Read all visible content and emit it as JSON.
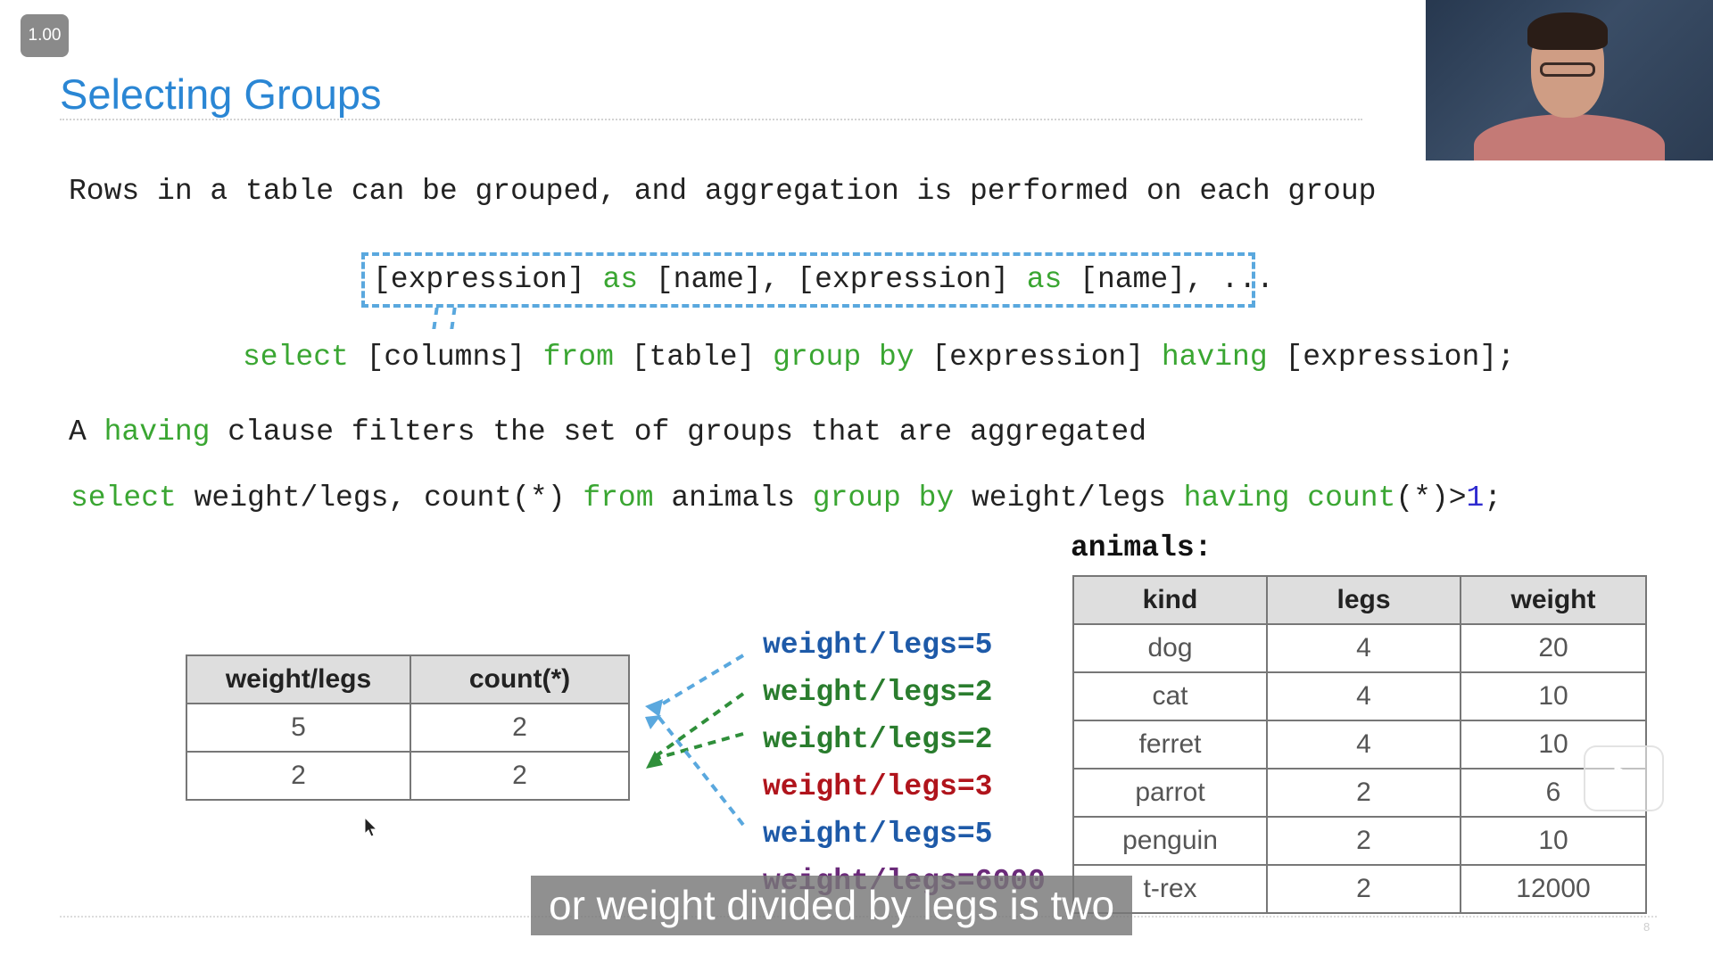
{
  "player": {
    "speed": "1.00",
    "subtitle": "or weight divided by legs is two",
    "page_number": "8"
  },
  "slide": {
    "title": "Selecting Groups",
    "intro": "Rows in a table can be grouped, and aggregation is performed on each group",
    "expr_line": {
      "p1": "[expression] ",
      "as1": "as",
      "p2": " [name], [expression] ",
      "as2": "as",
      "p3": " [name], ..."
    },
    "syntax_line": {
      "select": "select",
      "p1": " [columns] ",
      "from": "from",
      "p2": " [table] ",
      "groupby": "group by",
      "p3": " [expression] ",
      "having": "having",
      "p4": " [expression];"
    },
    "having_line": {
      "a": "A ",
      "having": "having",
      "rest": " clause filters the set of groups that are aggregated"
    },
    "query_line": {
      "select": "select",
      "p1": " weight/legs, count(*) ",
      "from": "from",
      "p2": " animals ",
      "groupby": "group by",
      "p3": " weight/legs ",
      "having": "having",
      "p4": " ",
      "count": "count",
      "p5": "(*)>",
      "one": "1",
      "p6": ";"
    }
  },
  "result_table": {
    "headers": [
      "weight/legs",
      "count(*)"
    ],
    "rows": [
      [
        "5",
        "2"
      ],
      [
        "2",
        "2"
      ]
    ]
  },
  "groups": [
    {
      "label": "weight/legs=5",
      "color": "#1e5aa8"
    },
    {
      "label": "weight/legs=2",
      "color": "#2a7d2e"
    },
    {
      "label": "weight/legs=2",
      "color": "#2a7d2e"
    },
    {
      "label": "weight/legs=3",
      "color": "#b0141c"
    },
    {
      "label": "weight/legs=5",
      "color": "#1e5aa8"
    },
    {
      "label": "weight/legs=6000",
      "color": "#6b2a7a"
    }
  ],
  "animals": {
    "caption": "animals:",
    "headers": [
      "kind",
      "legs",
      "weight"
    ],
    "rows": [
      [
        "dog",
        "4",
        "20"
      ],
      [
        "cat",
        "4",
        "10"
      ],
      [
        "ferret",
        "4",
        "10"
      ],
      [
        "parrot",
        "2",
        "6"
      ],
      [
        "penguin",
        "2",
        "10"
      ],
      [
        "t-rex",
        "2",
        "12000"
      ]
    ]
  },
  "colors": {
    "title": "#2a86d4",
    "keyword": "#3aa632",
    "number": "#2f2bd0",
    "arrow_blue": "#5aa8de",
    "arrow_green": "#2f8f3a"
  }
}
